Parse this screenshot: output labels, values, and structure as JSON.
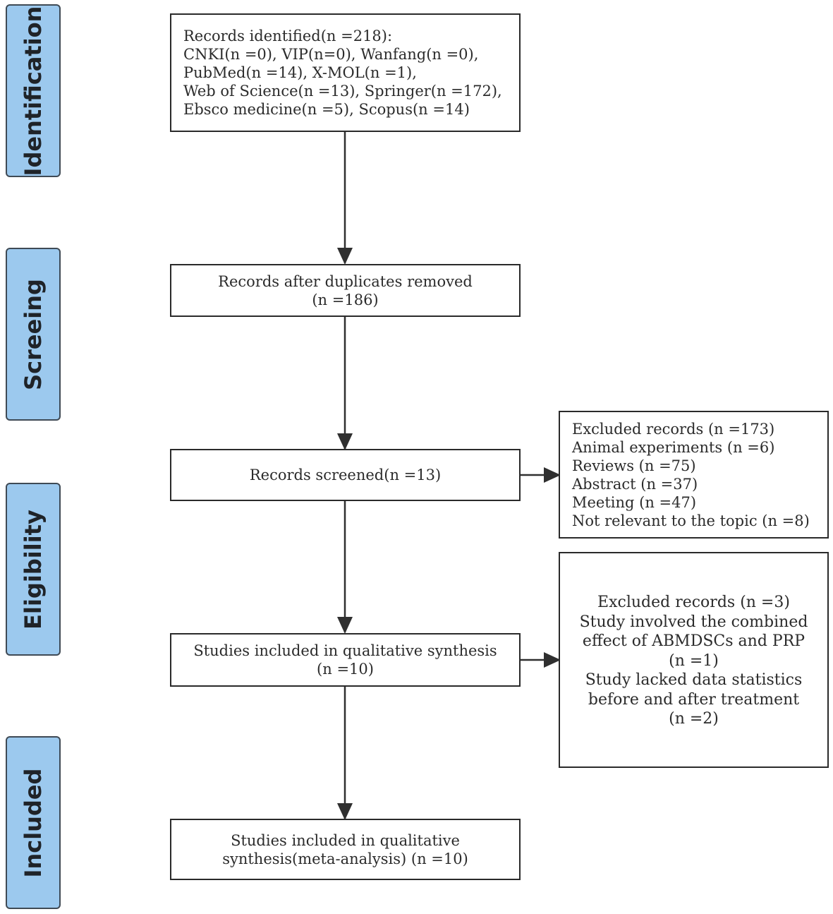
{
  "stages": [
    {
      "id": "identification",
      "label": "Identification"
    },
    {
      "id": "screening",
      "label": "Screeing"
    },
    {
      "id": "eligibility",
      "label": "Eligibility"
    },
    {
      "id": "included",
      "label": "Included"
    }
  ],
  "boxes": {
    "identified": {
      "lines": [
        "Records identified(n =218):",
        "CNKI(n =0), VIP(n=0), Wanfang(n =0),",
        "PubMed(n =14), X-MOL(n =1),",
        "Web of Science(n =13), Springer(n =172),",
        "Ebsco medicine(n =5), Scopus(n =14)"
      ]
    },
    "duplicates_removed": {
      "lines": [
        "Records after duplicates removed",
        "(n =186)"
      ]
    },
    "screened": {
      "lines": [
        "Records screened(n =13)"
      ]
    },
    "excluded_screening": {
      "lines": [
        "Excluded records (n =173)",
        "Animal experiments (n =6)",
        "Reviews (n =75)",
        "Abstract (n =37)",
        "Meeting (n =47)",
        "Not relevant to the topic (n =8)"
      ]
    },
    "qualitative": {
      "lines": [
        "Studies included in qualitative synthesis",
        "(n =10)"
      ]
    },
    "excluded_eligibility": {
      "lines": [
        "Excluded records (n =3)",
        "Study involved the combined",
        "effect of  ABMDSCs and PRP",
        "(n =1)",
        "Study lacked data statistics",
        "before and after treatment",
        "(n =2)"
      ]
    },
    "meta_analysis": {
      "lines": [
        "Studies included in qualitative",
        "synthesis(meta-analysis) (n =10)"
      ]
    }
  },
  "colors": {
    "stage_fill": "#9cc9ee",
    "stage_border": "#3f4a55",
    "box_border": "#2a2a2a",
    "arrow": "#2f2f2f"
  }
}
